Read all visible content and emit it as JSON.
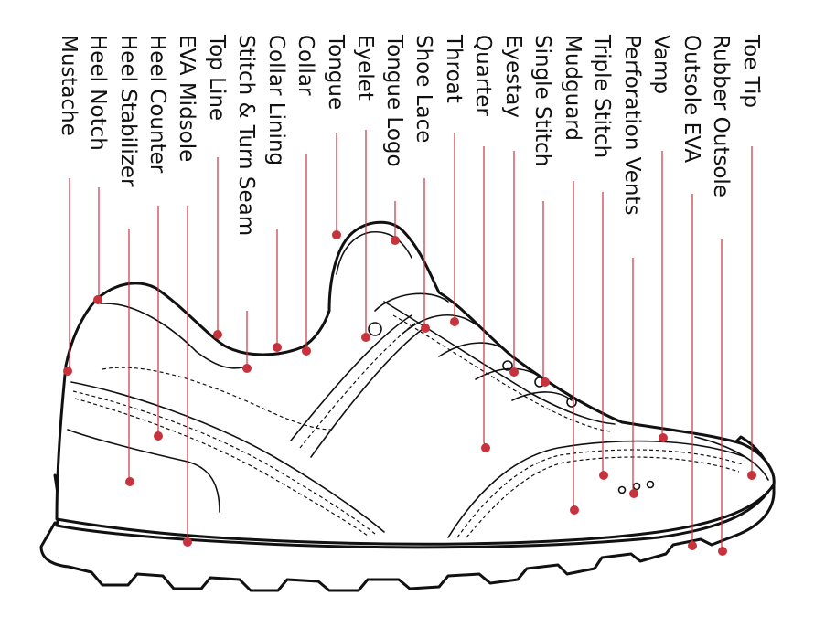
{
  "colors": {
    "leader_line": "#c8323c",
    "marker_dot": "#c8323c",
    "outline": "#111111",
    "label_text": "#111111",
    "background": "#ffffff"
  },
  "parts": [
    {
      "label": "Mustache"
    },
    {
      "label": "Heel Notch"
    },
    {
      "label": "Heel Stabilizer"
    },
    {
      "label": "Heel Counter"
    },
    {
      "label": "EVA Midsole"
    },
    {
      "label": "Top Line"
    },
    {
      "label": "Stitch & Turn Seam"
    },
    {
      "label": "Collar Lining"
    },
    {
      "label": "Collar"
    },
    {
      "label": "Tongue"
    },
    {
      "label": "Eyelet"
    },
    {
      "label": "Tongue Logo"
    },
    {
      "label": "Shoe Lace"
    },
    {
      "label": "Throat"
    },
    {
      "label": "Quarter"
    },
    {
      "label": "Eyestay"
    },
    {
      "label": "Single Stitch"
    },
    {
      "label": "Mudguard"
    },
    {
      "label": "Triple Stitch"
    },
    {
      "label": "Perforation Vents"
    },
    {
      "label": "Vamp"
    },
    {
      "label": "Outsole EVA"
    },
    {
      "label": "Rubber Outsole"
    },
    {
      "label": "Toe Tip"
    }
  ]
}
